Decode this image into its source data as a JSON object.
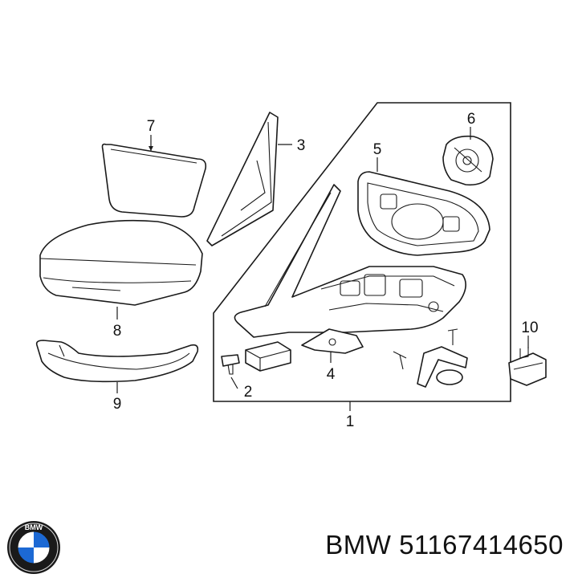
{
  "callouts": {
    "c1": "1",
    "c2": "2",
    "c3": "3",
    "c4": "4",
    "c5": "5",
    "c6": "6",
    "c7": "7",
    "c8": "8",
    "c9": "9",
    "c10": "10"
  },
  "footer": {
    "brand": "BMW",
    "part_number": "51167414650"
  },
  "logo": {
    "letters": "BMW",
    "colors": {
      "blue": "#1c69d4",
      "black": "#111111",
      "white": "#ffffff"
    }
  },
  "colors": {
    "line": "#1a1a1a",
    "background": "#ffffff"
  }
}
